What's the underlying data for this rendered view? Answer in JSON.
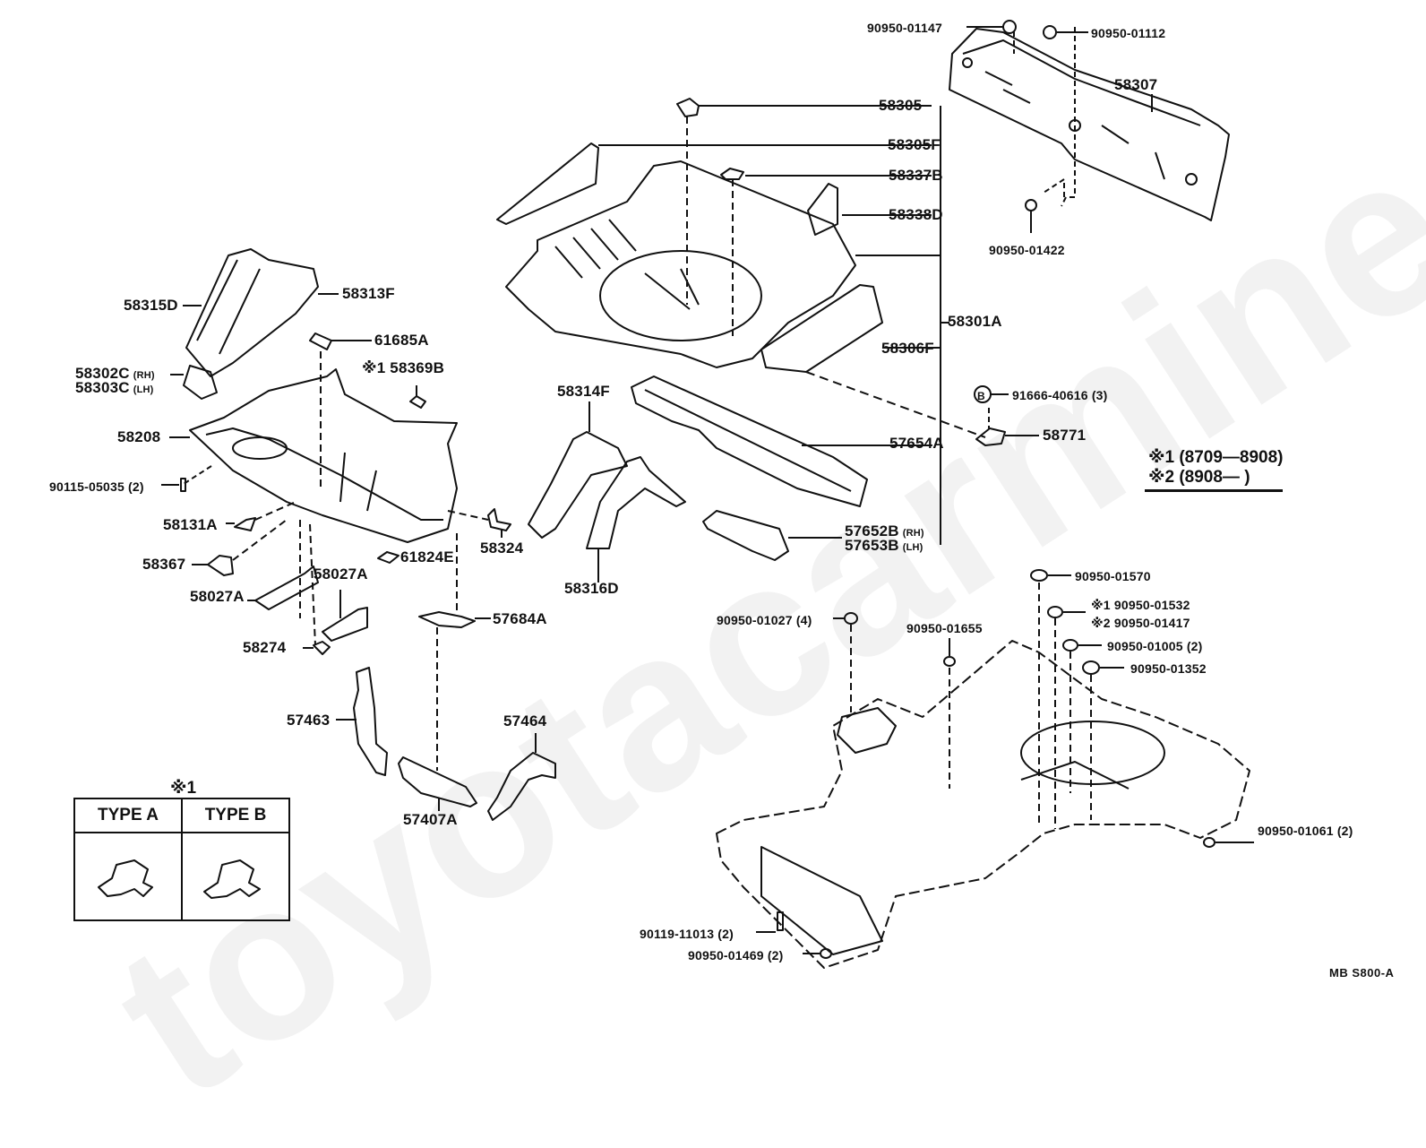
{
  "diagram": {
    "type": "exploded-parts-diagram",
    "watermark": "toyotacarmine.ru",
    "figure_code": "MB  S800-A",
    "legend": {
      "note1": "※1 (8709—8908)",
      "note2": "※2 (8908—        )"
    },
    "type_table": {
      "mark": "※1",
      "col_a": "TYPE  A",
      "col_b": "TYPE  B"
    },
    "labels": {
      "p90950_01147": "90950-01147",
      "p90950_01112": "90950-01112",
      "p58307": "58307",
      "p58305": "58305",
      "p58305F": "58305F",
      "p58337B": "58337B",
      "p58338D": "58338D",
      "p90950_01422": "90950-01422",
      "p58301A": "58301A",
      "p58306F": "58306F",
      "p91666_40616": "91666-40616 (3)",
      "p91666_mark": "B",
      "p58771": "58771",
      "p58315D": "58315D",
      "p58313F": "58313F",
      "p61685A": "61685A",
      "p58369B": "※1 58369B",
      "p58302C": "58302C",
      "p58302C_side": "(RH)",
      "p58303C": "58303C",
      "p58303C_side": "(LH)",
      "p58208": "58208",
      "p90115_05035": "90115-05035 (2)",
      "p58131A": "58131A",
      "p58367": "58367",
      "p58027A_left": "58027A",
      "p58027A_right": "58027A",
      "p61824E": "61824E",
      "p58324": "58324",
      "p58274": "58274",
      "p57684A": "57684A",
      "p58314F": "58314F",
      "p58316D": "58316D",
      "p57654A": "57654A",
      "p57652B": "57652B",
      "p57652B_side": "(RH)",
      "p57653B": "57653B",
      "p57653B_side": "(LH)",
      "p57463": "57463",
      "p57464": "57464",
      "p57407A": "57407A",
      "p90950_01570": "90950-01570",
      "p90950_01532": "※1 90950-01532",
      "p90950_01417": "※2 90950-01417",
      "p90950_01005": "90950-01005 (2)",
      "p90950_01352": "90950-01352",
      "p90950_01027": "90950-01027 (4)",
      "p90950_01655": "90950-01655",
      "p90950_01061": "90950-01061 (2)",
      "p90119_11013": "90119-11013 (2)",
      "p90950_01469": "90950-01469 (2)"
    }
  }
}
